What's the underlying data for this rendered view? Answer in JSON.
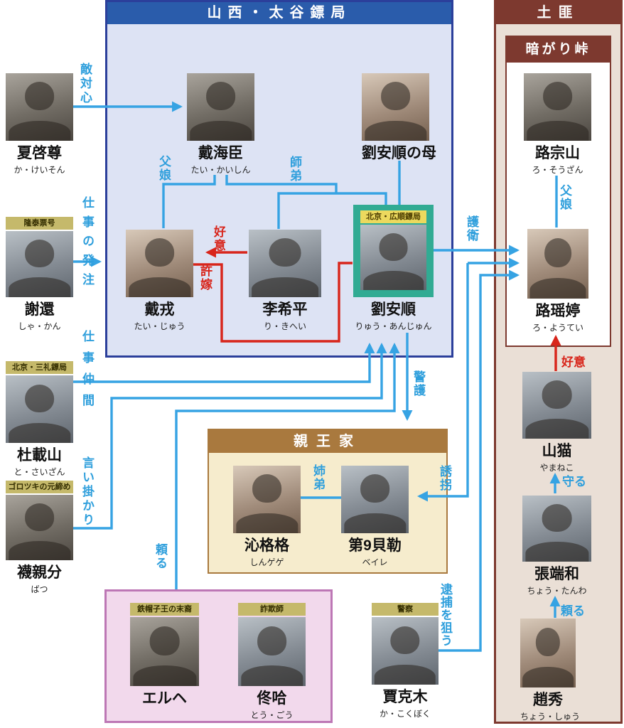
{
  "boxes": {
    "taigu": {
      "title": "山西・太谷鏢局"
    },
    "bandits": {
      "title": "土匪"
    },
    "kuragari_pass": {
      "title": "暗がり峠"
    },
    "royal_family": {
      "title": "親王家"
    }
  },
  "characters": [
    {
      "name": "夏啓尊",
      "reading": "か・けいそん"
    },
    {
      "name": "謝還",
      "reading": "しゃ・かん",
      "tag": "隆泰票号"
    },
    {
      "name": "杜載山",
      "reading": "と・さいざん",
      "tag": "北京・三礼鏢局"
    },
    {
      "name": "襪親分",
      "reading": "ばつ",
      "tag": "ゴロツキの元締め"
    },
    {
      "name": "戴海臣",
      "reading": "たい・かいしん"
    },
    {
      "name": "劉安順の母"
    },
    {
      "name": "戴戎",
      "reading": "たい・じゅう"
    },
    {
      "name": "李希平",
      "reading": "り・きへい"
    },
    {
      "name": "劉安順",
      "reading": "りゅう・あんじゅん",
      "tag": "北京・広順鏢局"
    },
    {
      "name": "路宗山",
      "reading": "ろ・そうざん"
    },
    {
      "name": "路瑶婷",
      "reading": "ろ・ようてい"
    },
    {
      "name": "山猫",
      "reading": "やまねこ"
    },
    {
      "name": "張端和",
      "reading": "ちょう・たんわ"
    },
    {
      "name": "趙秀",
      "reading": "ちょう・しゅう"
    },
    {
      "name": "沁格格",
      "reading": "しんゲゲ"
    },
    {
      "name": "第9貝勒",
      "reading": "ベイレ"
    },
    {
      "name": "エルヘ",
      "tag": "鉄帽子王の末裔"
    },
    {
      "name": "佟哈",
      "reading": "とう・ごう",
      "tag": "詐欺師"
    },
    {
      "name": "賈克木",
      "reading": "か・こくぼく",
      "tag": "警察"
    }
  ],
  "relations": [
    {
      "label": "敵対心",
      "from": "夏啓尊",
      "to": "戴海臣",
      "color": "blue"
    },
    {
      "label": "父娘",
      "from": "戴海臣",
      "to": "戴戎",
      "color": "blue"
    },
    {
      "label": "師弟",
      "from": "戴海臣",
      "to": "李希平・劉安順",
      "color": "blue"
    },
    {
      "label": "好意",
      "from": "李希平",
      "to": "戴戎",
      "color": "red"
    },
    {
      "label": "許嫁",
      "from": "戴戎",
      "to": "劉安順",
      "color": "red"
    },
    {
      "label": "仕事の発注",
      "from": "謝還",
      "to": "山西・太谷鏢局",
      "color": "blue"
    },
    {
      "label": "仕事仲間",
      "from": "杜載山",
      "to": "劉安順",
      "color": "blue"
    },
    {
      "label": "言い掛かり",
      "from": "襪親分",
      "to": "劉安順",
      "color": "blue"
    },
    {
      "label": "頼る",
      "from": "エルヘ・佟哈",
      "to": "劉安順",
      "color": "blue"
    },
    {
      "label": "警護",
      "from": "劉安順",
      "to": "親王家",
      "color": "blue"
    },
    {
      "label": "護衛",
      "from": "劉安順",
      "to": "路瑶婷",
      "color": "blue"
    },
    {
      "label": "誘拐",
      "from": "路瑶婷",
      "to": "第9貝勒",
      "color": "blue"
    },
    {
      "label": "逮捕を狙う",
      "from": "賈克木",
      "to": "路瑶婷",
      "color": "blue"
    },
    {
      "label": "姉弟",
      "from": "沁格格",
      "to": "第9貝勒",
      "color": "blue"
    },
    {
      "label": "父娘",
      "from": "路宗山",
      "to": "路瑶婷",
      "color": "blue"
    },
    {
      "label": "好意",
      "from": "山猫",
      "to": "路瑶婷",
      "color": "red"
    },
    {
      "label": "守る",
      "from": "張端和",
      "to": "山猫",
      "color": "blue"
    },
    {
      "label": "頼る",
      "from": "趙秀",
      "to": "張端和",
      "color": "blue"
    }
  ]
}
